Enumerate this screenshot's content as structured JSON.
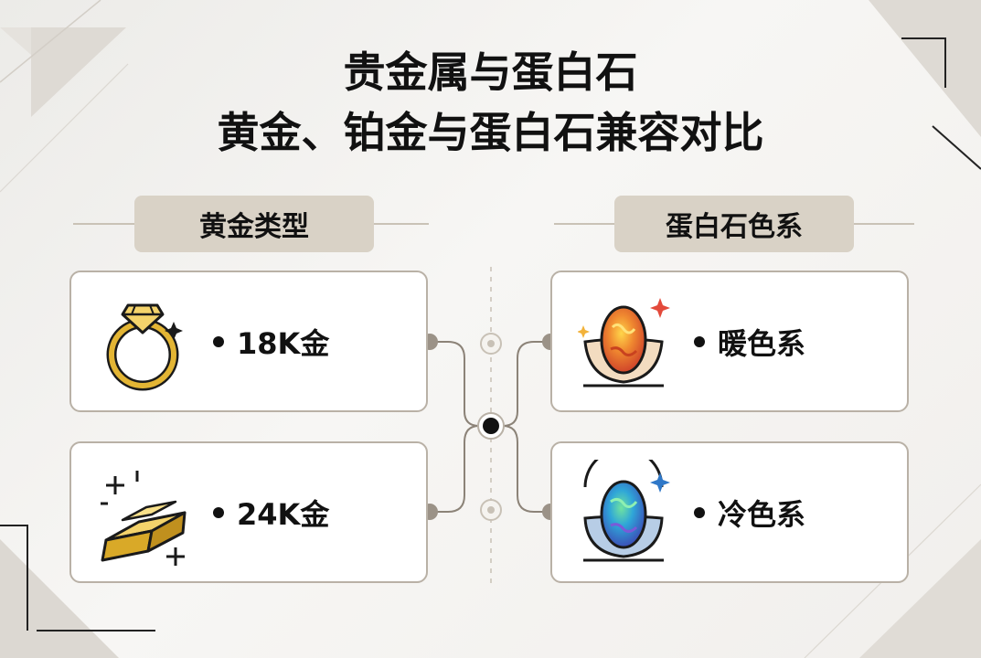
{
  "title_line1": "贵金属与蛋白石",
  "title_line2": "黄金、铂金与蛋白石兼容对比",
  "gold_section": {
    "header": "黄金类型",
    "items": [
      {
        "label": "18K金",
        "icon": "gold-ring-icon"
      },
      {
        "label": "24K金",
        "icon": "gold-bar-icon"
      }
    ]
  },
  "opal_section": {
    "header": "蛋白石色系",
    "items": [
      {
        "label": "暖色系",
        "icon": "warm-opal-icon"
      },
      {
        "label": "冷色系",
        "icon": "cool-opal-icon"
      }
    ]
  },
  "colors": {
    "header_bg": "#d9d2c6",
    "card_border": "#b9b1a6",
    "connector": "#8c8378",
    "gold": "#e3b534",
    "warm_opal": "#f09a3c",
    "cool_opal": "#3a9ad8"
  }
}
